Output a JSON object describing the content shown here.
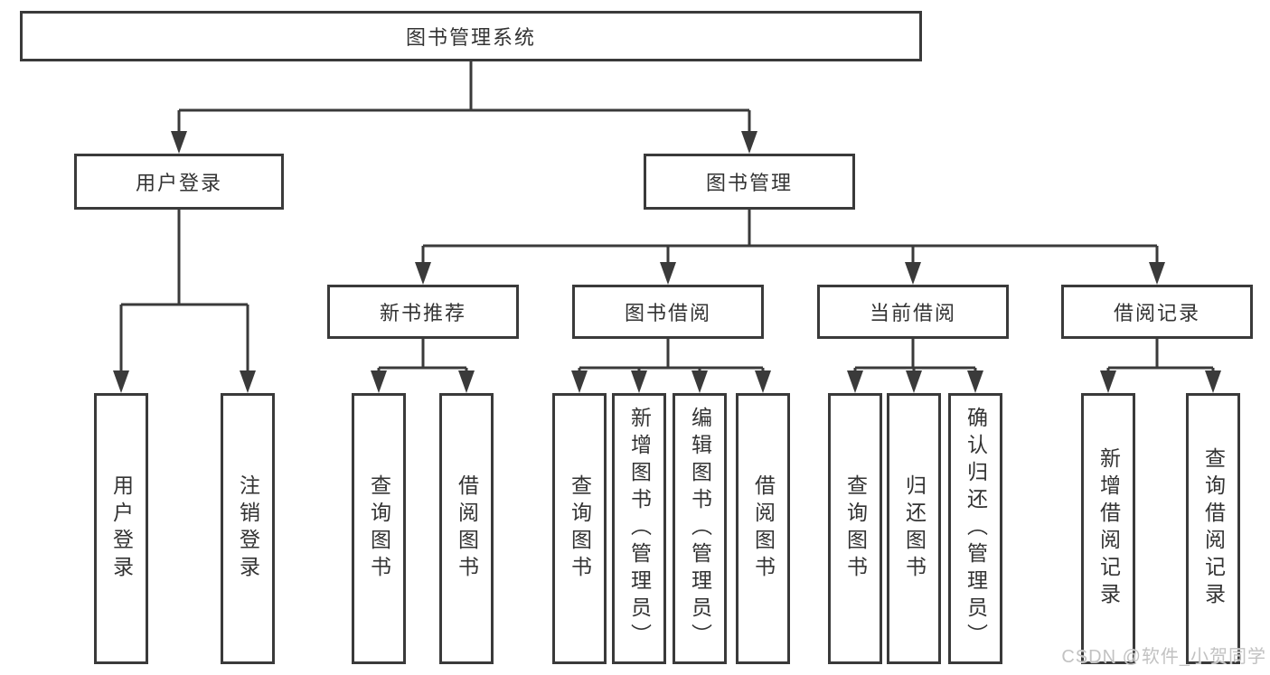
{
  "tree": {
    "root": {
      "label": "图书管理系统"
    },
    "children": [
      {
        "label": "用户登录",
        "children": [
          {
            "label": "用户登录"
          },
          {
            "label": "注销登录"
          }
        ]
      },
      {
        "label": "图书管理",
        "children": [
          {
            "label": "新书推荐",
            "children": [
              {
                "label": "查询图书"
              },
              {
                "label": "借阅图书"
              }
            ]
          },
          {
            "label": "图书借阅",
            "children": [
              {
                "label": "查询图书"
              },
              {
                "label": "新增图书（管理员）"
              },
              {
                "label": "编辑图书（管理员）"
              },
              {
                "label": "借阅图书"
              }
            ]
          },
          {
            "label": "当前借阅",
            "children": [
              {
                "label": "查询图书"
              },
              {
                "label": "归还图书"
              },
              {
                "label": "确认归还（管理员）"
              }
            ]
          },
          {
            "label": "借阅记录",
            "children": [
              {
                "label": "新增借阅记录"
              },
              {
                "label": "查询借阅记录"
              }
            ]
          }
        ]
      }
    ]
  },
  "watermark": "CSDN @软件_小贺同学",
  "colors": {
    "line": "#3a3a3a",
    "text": "#333333",
    "background": "#ffffff",
    "watermark": "#c2c2c2"
  }
}
